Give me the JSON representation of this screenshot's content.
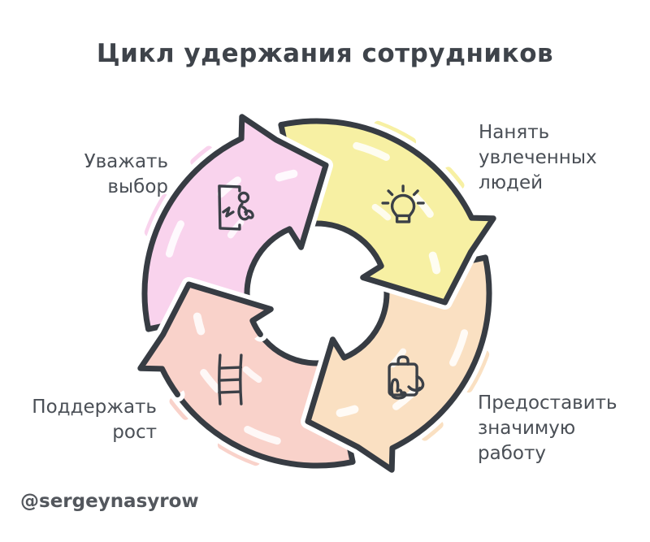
{
  "title": "Цикл удержания сотрудников",
  "watermark": "@sergeynasyrow",
  "colors": {
    "background": "#FFFFFF",
    "outline": "#373C43",
    "center": "#FFFFFF",
    "title_text": "#3E434A",
    "label_text": "#4A4F56",
    "watermark_text": "#53575D"
  },
  "diagram": {
    "type": "cycle",
    "direction": "clockwise",
    "segments": [
      {
        "id": "hire",
        "label": "Нанять\nувлеченных\nлюдей",
        "color": "#F7F0A3",
        "icon": "lightbulb-icon",
        "angle": 0
      },
      {
        "id": "meaningful-work",
        "label": "Предоставить\nзначимую\nработу",
        "color": "#FAE0C2",
        "icon": "clipboard-hand-icon",
        "angle": 90
      },
      {
        "id": "support-growth",
        "label": "Поддержать\nрост",
        "color": "#F9D2CA",
        "icon": "ladder-icon",
        "angle": 180
      },
      {
        "id": "respect-choice",
        "label": "Уважать\nвыбор",
        "color": "#F9D3ED",
        "icon": "exit-door-icon",
        "angle": 270
      }
    ]
  }
}
